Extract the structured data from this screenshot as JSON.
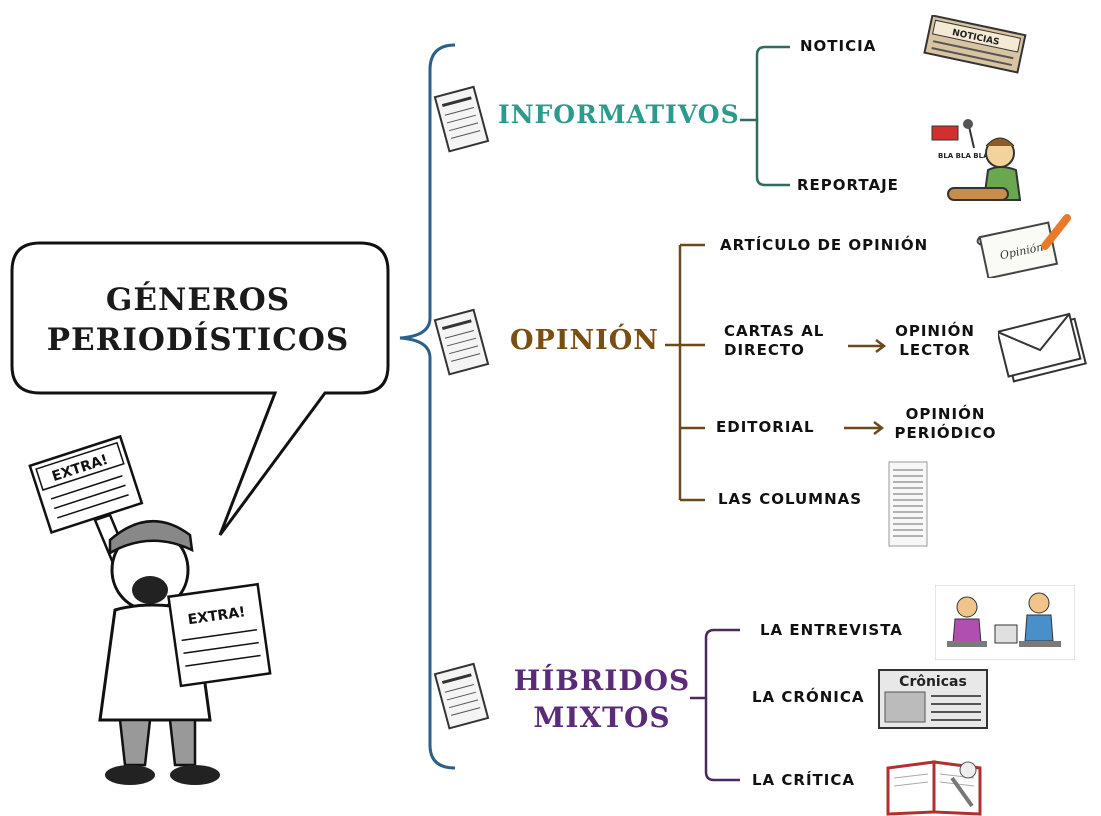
{
  "title": {
    "line1": "GÉNEROS",
    "line2": "PERIODÍSTICOS"
  },
  "categories": {
    "informativos": {
      "label": "INFORMATIVOS",
      "items": [
        "NOTICIA",
        "REPORTAJE"
      ]
    },
    "opinion": {
      "label": "OPINIÓN",
      "items": {
        "articulo": "ARTÍCULO DE OPINIÓN",
        "cartas_line1": "CARTAS AL",
        "cartas_line2": "DIRECTO",
        "opinion_lector_line1": "OPINIÓN",
        "opinion_lector_line2": "LECTOR",
        "editorial": "EDITORIAL",
        "opinion_periodico_line1": "OPINIÓN",
        "opinion_periodico_line2": "PERIÓDICO",
        "columnas": "LAS COLUMNAS"
      }
    },
    "hibridos": {
      "label_line1": "HÍBRIDOS",
      "label_line2": "MIXTOS",
      "items": [
        "LA ENTREVISTA",
        "LA CRÓNICA",
        "LA CRÍTICA"
      ]
    }
  },
  "images": {
    "noticia_text": "NOTICIAS",
    "extra1": "EXTRA!",
    "extra2": "EXTRA!",
    "cronicas": "Crônicas",
    "opinion_scroll": "Opinión",
    "reportaje_bubbles": "BLA BLA BLA"
  },
  "colors": {
    "main_brace": "#2c5f8a",
    "informativos": "#2e9a8c",
    "informativos_lines": "#2f6b5e",
    "opinion": "#7a4e12",
    "opinion_lines": "#6b4a1a",
    "hibridos": "#5b2a78",
    "hibridos_lines": "#4a2a5e"
  }
}
